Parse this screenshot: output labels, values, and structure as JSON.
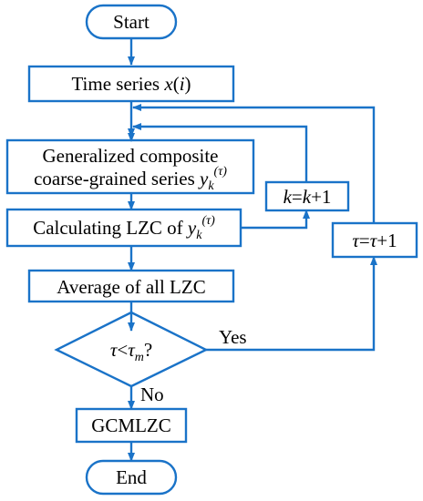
{
  "colors": {
    "stroke": "#1a73c8",
    "text": "#000000",
    "background": "#ffffff"
  },
  "nodes": {
    "start": "Start",
    "time_series": {
      "prefix": "Time series ",
      "var": "x",
      "open": "(",
      "arg": "i",
      "close": ")"
    },
    "gcc_series": {
      "line1": "Generalized composite",
      "line2_prefix": "coarse-grained series ",
      "y": "y",
      "k": "k",
      "tau_paren": "(τ)"
    },
    "calc_lzc": {
      "prefix": "Calculating LZC of ",
      "y": "y",
      "k": "k",
      "tau_paren": "(τ)"
    },
    "k_update": {
      "k1": "k",
      "eq": "=",
      "k2": "k",
      "plus": "+1"
    },
    "tau_update": {
      "t1": "τ",
      "eq": "=",
      "t2": "τ",
      "plus": "+1"
    },
    "average": "Average of all LZC",
    "decision": {
      "tau": "τ",
      "lt": "<",
      "tau_m": "τ",
      "m": "m",
      "q": "?"
    },
    "gcmlzc": "GCMLZC",
    "end": "End"
  },
  "edges": {
    "yes": "Yes",
    "no": "No"
  }
}
